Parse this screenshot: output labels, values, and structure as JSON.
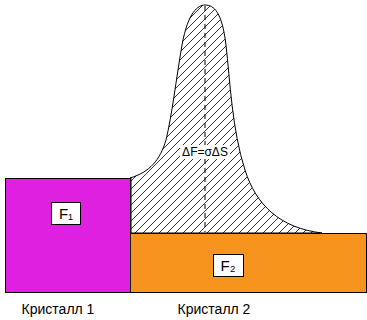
{
  "diagram": {
    "nodes": [
      {
        "text": [
          "ΔF=σΔS"
        ]
      },
      {
        "text": [
          "F₁",
          "Кристалл 1"
        ]
      },
      {
        "text": [
          "F₂",
          "Кристалл 2"
        ]
      }
    ],
    "edges": []
  }
}
